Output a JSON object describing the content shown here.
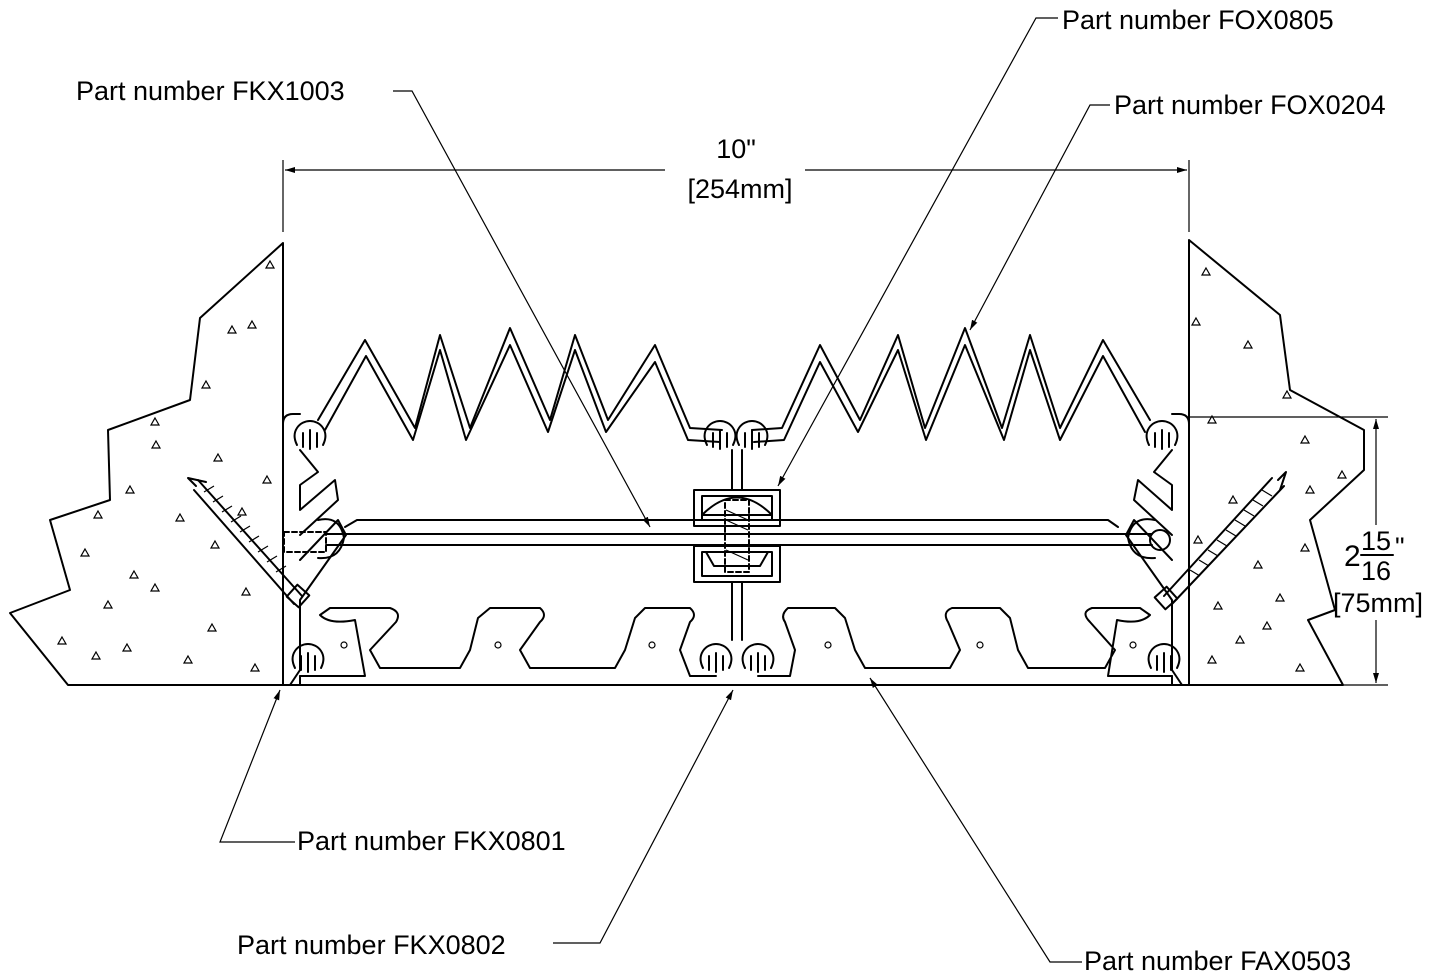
{
  "dimensions": {
    "width_in": "10\"",
    "width_mm": "[254mm]",
    "height_whole": "2",
    "height_num": "15",
    "height_den": "16",
    "height_unit": "\"",
    "height_mm": "[75mm]"
  },
  "callouts": {
    "fox0805": "Part number FOX0805",
    "fkx1003": "Part number FKX1003",
    "fox0204": "Part number FOX0204",
    "fkx0801": "Part number FKX0801",
    "fkx0802": "Part number FKX0802",
    "fax0503": "Part number FAX0503"
  },
  "colors": {
    "line": "#000000",
    "background": "#ffffff"
  }
}
